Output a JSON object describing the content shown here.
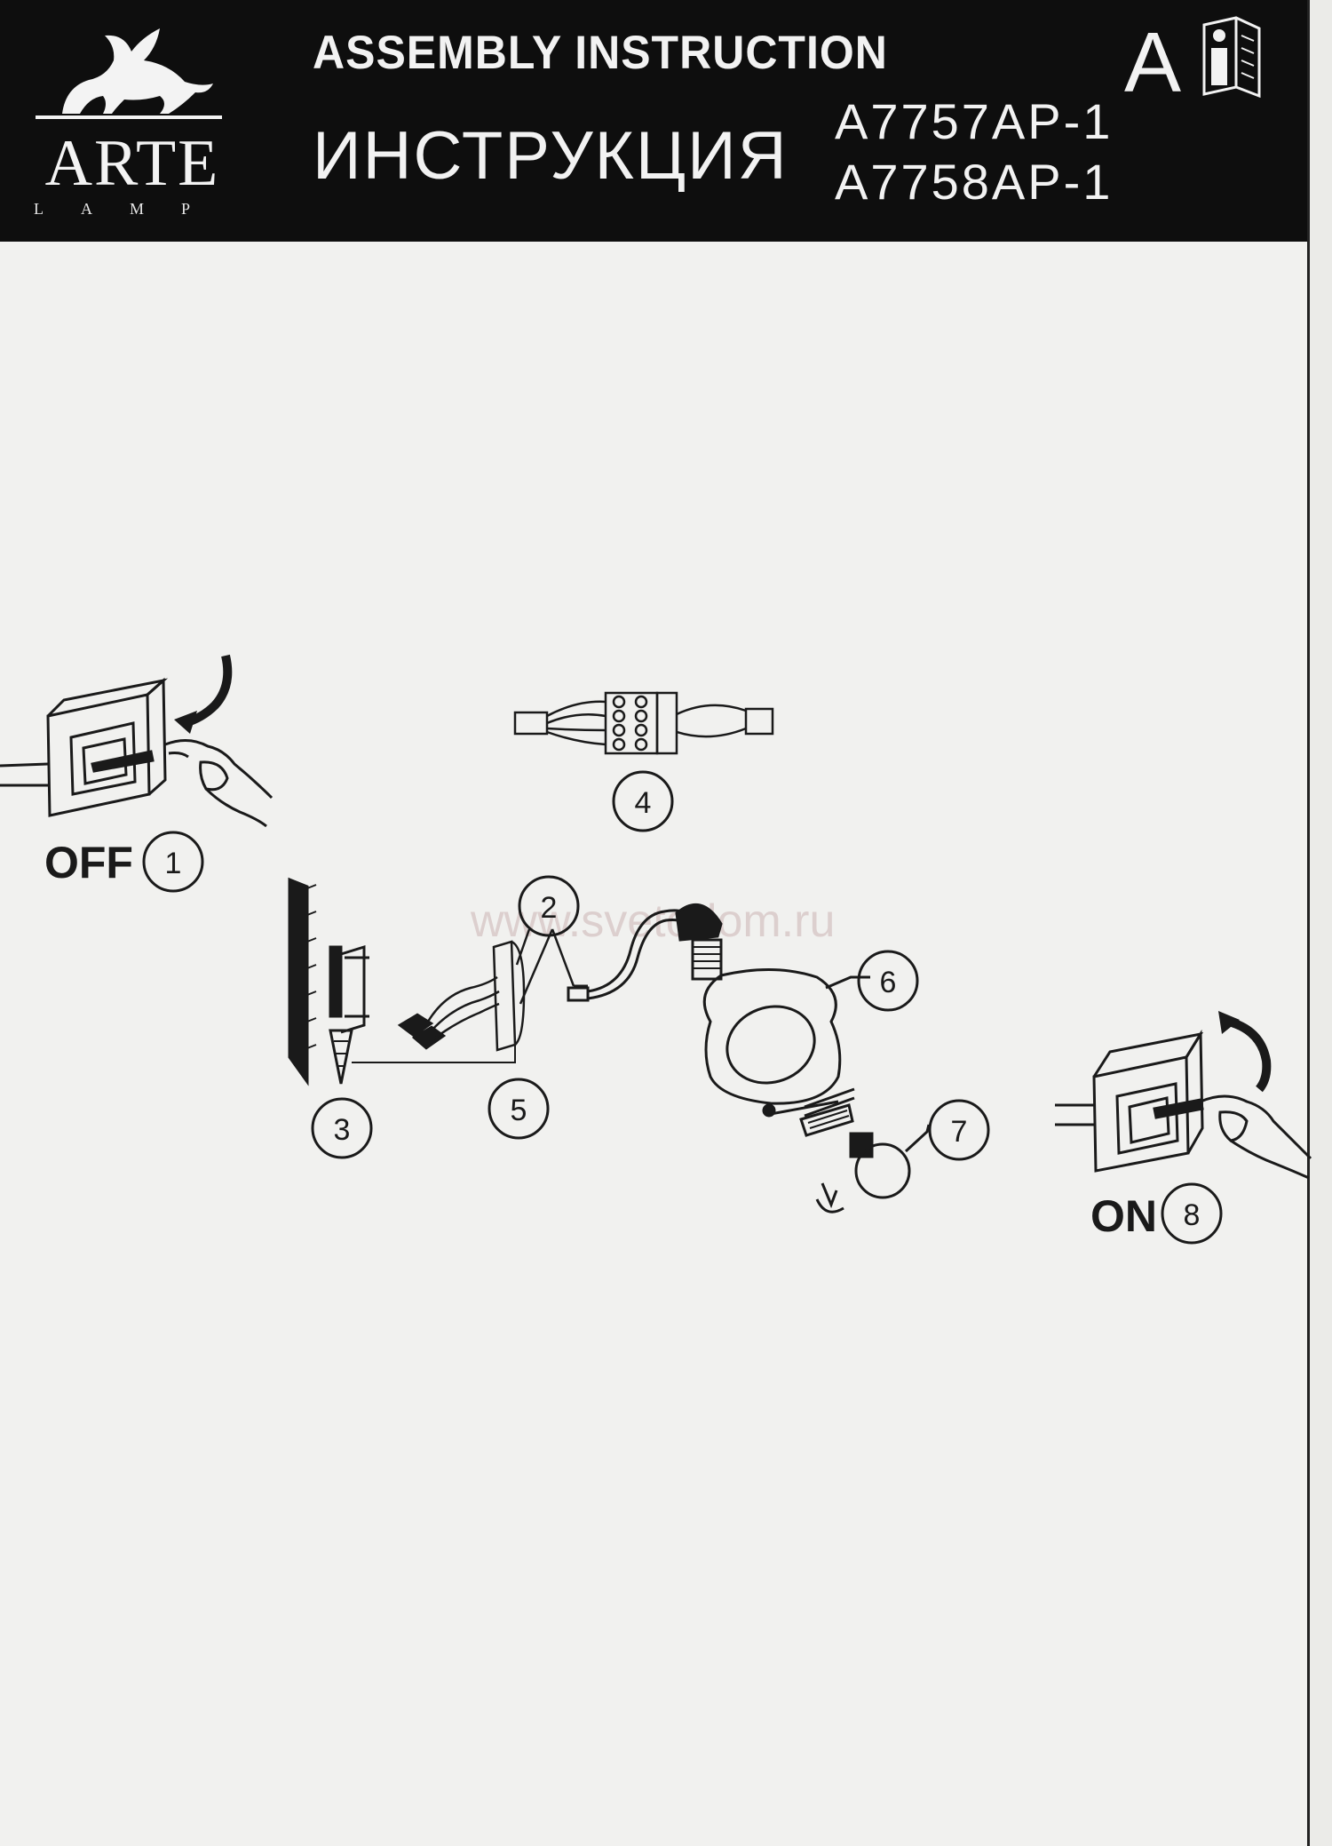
{
  "header": {
    "logo_name": "ARTE",
    "logo_sub": "LAMP",
    "title_en": "ASSEMBLY INSTRUCTION",
    "title_ru": "ИНСТРУКЦИЯ",
    "models": [
      "A7757AP-1",
      "A7758AP-1"
    ],
    "language_letter": "A"
  },
  "steps": {
    "off_label": "OFF",
    "on_label": "ON",
    "numbers": [
      "1",
      "2",
      "3",
      "4",
      "5",
      "6",
      "7",
      "8"
    ]
  },
  "watermark": "www.svetodom.ru",
  "icons": [
    "griffin-logo-icon",
    "manual-info-icon",
    "light-switch-icon",
    "hand-icon",
    "curved-arrow-icon",
    "terminal-block-icon",
    "wall-bracket-icon",
    "screw-icon",
    "lamp-arm-icon",
    "glass-shade-icon",
    "light-bulb-icon"
  ]
}
